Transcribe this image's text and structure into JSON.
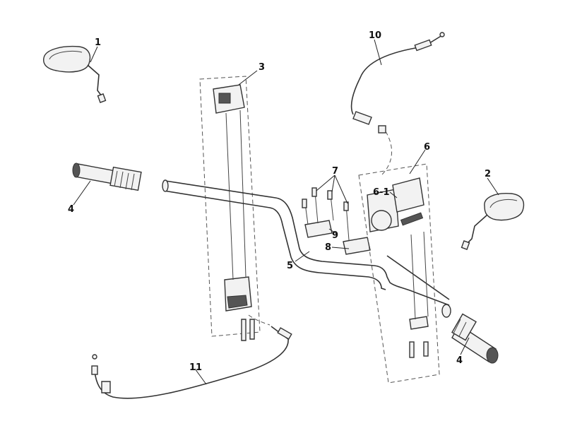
{
  "callouts": {
    "c1": "1",
    "c2": "2",
    "c3": "3",
    "c4a": "4",
    "c4b": "4",
    "c5": "5",
    "c6": "6",
    "c61": "6-1",
    "c7": "7",
    "c8": "8",
    "c9": "9",
    "c10": "10",
    "c11": "11"
  }
}
